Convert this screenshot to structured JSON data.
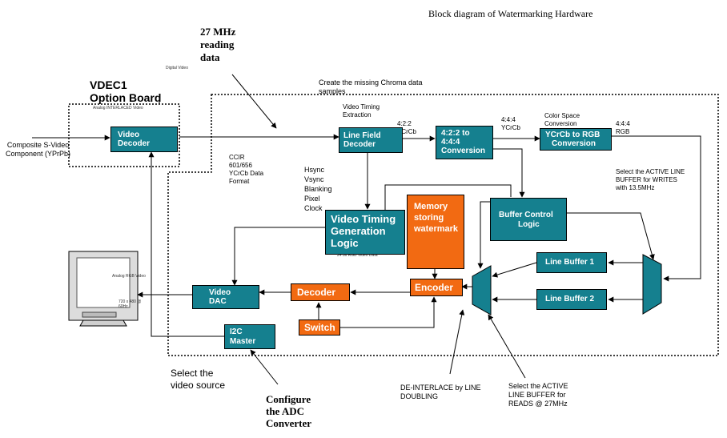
{
  "title": "Block diagram of Watermarking Hardware",
  "read_note": {
    "l1": "27 MHz",
    "l2": "reading",
    "l3": "data"
  },
  "digital_video": "Digital Video",
  "vdec1": {
    "l1": "VDEC1",
    "l2": "Option Board"
  },
  "analog_interlaced": "Analog INTERLACED Video",
  "create_chroma": {
    "l1": "Create the missing Chroma data",
    "l2": "samples"
  },
  "input_label": {
    "l1": "Composite S-Video",
    "l2": "Component (YPrPb)"
  },
  "video_decoder": {
    "l1": "Video",
    "l2": "Decoder"
  },
  "ccir": {
    "l1": "CCIR",
    "l2": "601/656",
    "l3": "YCrCb Data",
    "l4": "Format"
  },
  "vt_extraction": {
    "l1": "Video Timing",
    "l2": "Extraction"
  },
  "line_field": {
    "l1": "Line Field",
    "l2": "Decoder"
  },
  "ycrcb422": {
    "l1": "4:2:2",
    "l2": "YCrCb"
  },
  "conv422": {
    "l1": "4:2:2 to",
    "l2": "4:4:4",
    "l3": "Conversion"
  },
  "ycrcb444": {
    "l1": "4:4:4",
    "l2": "YCrCb"
  },
  "csc": {
    "l1": "Color Space",
    "l2": "Conversion"
  },
  "ycrcb_rgb": {
    "l1": "YCrCb to RGB",
    "l2": "Conversion"
  },
  "rgb444": {
    "l1": "4:4:4",
    "l2": "RGB"
  },
  "select_writes": {
    "l1": "Select the ACTIVE LINE",
    "l2": "BUFFER for WRITES",
    "l3": "with 13.5MHz"
  },
  "sync_signals": {
    "l1": "Hsync",
    "l2": "Vsync",
    "l3": "Blanking",
    "l4": "Pixel",
    "l5": "Clock"
  },
  "vtg": {
    "l1": "Video Timing",
    "l2": "Generation",
    "l3": "Logic"
  },
  "rgb24": "24 bit RGB Video Data",
  "memory": {
    "l1": "Memory",
    "l2": "storing",
    "l3": "watermark"
  },
  "buffer_control": {
    "l1": "Buffer Control",
    "l2": "Logic"
  },
  "line_buffer_1": "Line Buffer 1",
  "line_buffer_2": "Line Buffer 2",
  "encoder": "Encoder",
  "decoder": "Decoder",
  "switch": "Switch",
  "video_dac": {
    "l1": "Video",
    "l2": "DAC"
  },
  "i2c": {
    "l1": "I2C",
    "l2": "Master"
  },
  "monitor": {
    "analog_rgb": "Analog RGB Video",
    "res_l1": "720 x 480 @",
    "res_l2": "60Hz"
  },
  "select_source": {
    "l1": "Select the",
    "l2": "video source"
  },
  "configure_adc": {
    "l1": "Configure",
    "l2": "the ADC",
    "l3": "Converter"
  },
  "deinterlace": {
    "l1": "DE-INTERLACE by LINE",
    "l2": "DOUBLING"
  },
  "select_reads": {
    "l1": "Select the ACTIVE",
    "l2": "LINE BUFFER for",
    "l3": "READS @ 27MHz"
  },
  "colors": {
    "teal": "#15808f",
    "orange": "#f26a12"
  }
}
